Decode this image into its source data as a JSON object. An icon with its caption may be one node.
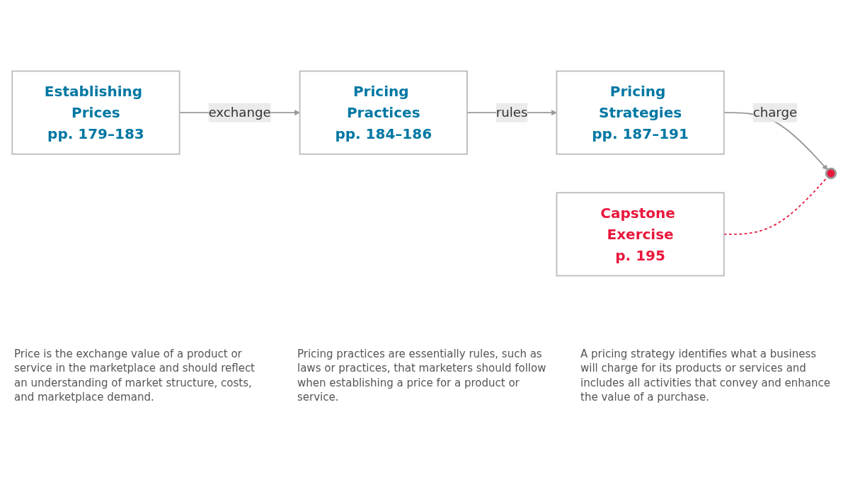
{
  "diagram": {
    "nodes": [
      {
        "text": [
          "Establishing Prices",
          "pp. 179–183"
        ]
      },
      {
        "text": [
          "Pricing Practices",
          "pp. 184–186"
        ]
      },
      {
        "text": [
          "Pricing Strategies",
          "pp. 187–191"
        ]
      },
      {
        "text": [],
        "shape": "circle"
      },
      {
        "text": [
          "Capstone Exercise",
          "p. 195"
        ]
      }
    ],
    "edges": [
      {
        "from": 0,
        "to": 1,
        "arrow": "to",
        "label": "exchange"
      },
      {
        "from": 1,
        "to": 2,
        "arrow": "to",
        "label": "rules"
      },
      {
        "from": 2,
        "to": 3,
        "arrow": "to",
        "label": "charge"
      },
      {
        "from": 4,
        "to": 3,
        "arrow": "none",
        "style": "dashed",
        "color": "#e8173c"
      }
    ],
    "labels": [
      "Price is the exchange value of a product or service in the marketplace and should reflect an understanding of market structure, costs, and marketplace demand.",
      "Pricing practices are essentially rules, such as laws or practices, that marketers should follow when establishing a price for a product or service.",
      "A pricing strategy identifies what a business will charge for its products or services and includes all activities that convey and enhance the value of a purchase."
    ]
  }
}
